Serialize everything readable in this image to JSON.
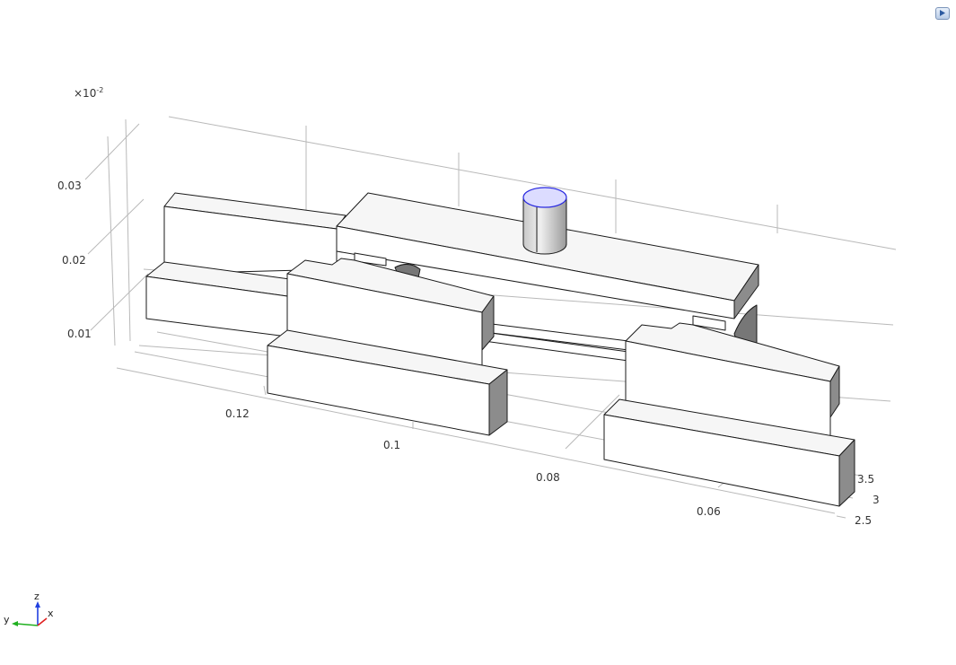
{
  "view": {
    "scale_label_prefix": "×10",
    "scale_label_exponent": "-2"
  },
  "z_axis": {
    "ticks": [
      "0.03",
      "0.02",
      "0.01"
    ]
  },
  "x_axis": {
    "ticks": [
      "0.12",
      "0.1",
      "0.08",
      "0.06"
    ]
  },
  "y_axis": {
    "ticks": [
      "3.5",
      "3",
      "2.5"
    ]
  },
  "triad": {
    "x_label": "x",
    "y_label": "y",
    "z_label": "z",
    "x_color": "#e02020",
    "y_color": "#20b020",
    "z_color": "#2040e0"
  },
  "toolbar": {
    "button_icon": "play-view-icon"
  }
}
